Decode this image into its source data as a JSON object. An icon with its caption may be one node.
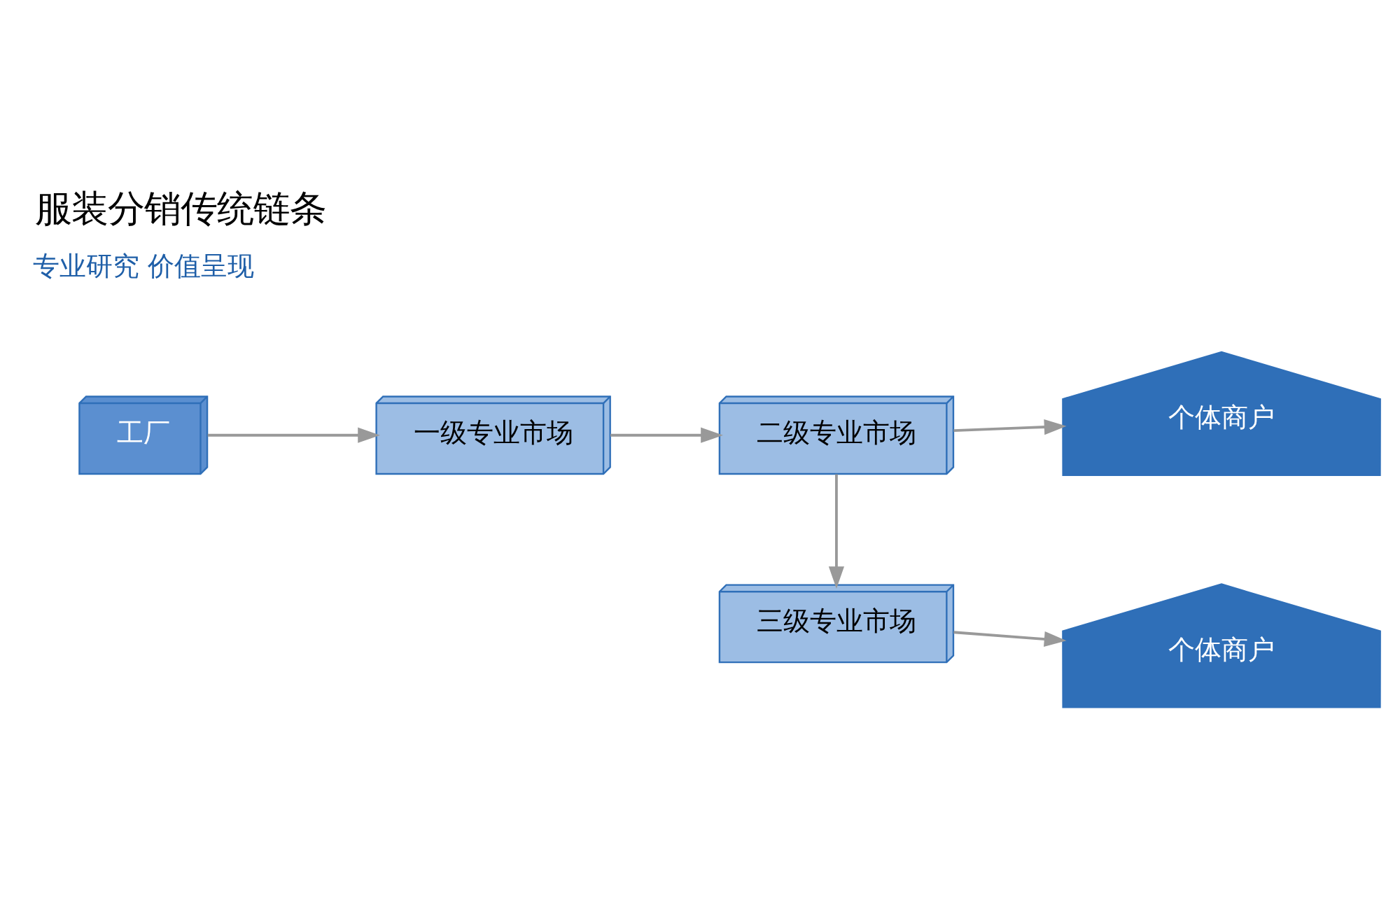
{
  "diagram": {
    "title": "服装分销传统链条",
    "nodes": [
      {
        "text": [
          "工厂"
        ]
      },
      {
        "text": [
          "一级专业市场"
        ]
      },
      {
        "text": [
          "二级专业市场"
        ]
      },
      {
        "text": [
          "个体商户"
        ]
      },
      {
        "text": [
          "三级专业市场"
        ]
      },
      {
        "text": [
          "个体商户"
        ]
      }
    ],
    "edges": [
      {
        "from": 0,
        "to": 1,
        "arrow": "to"
      },
      {
        "from": 1,
        "to": 2,
        "arrow": "to"
      },
      {
        "from": 2,
        "to": 3,
        "arrow": "to"
      },
      {
        "from": 2,
        "to": 4,
        "arrow": "to"
      },
      {
        "from": 4,
        "to": 5,
        "arrow": "to"
      }
    ],
    "labels": [
      "专业研究 价值呈现"
    ]
  }
}
